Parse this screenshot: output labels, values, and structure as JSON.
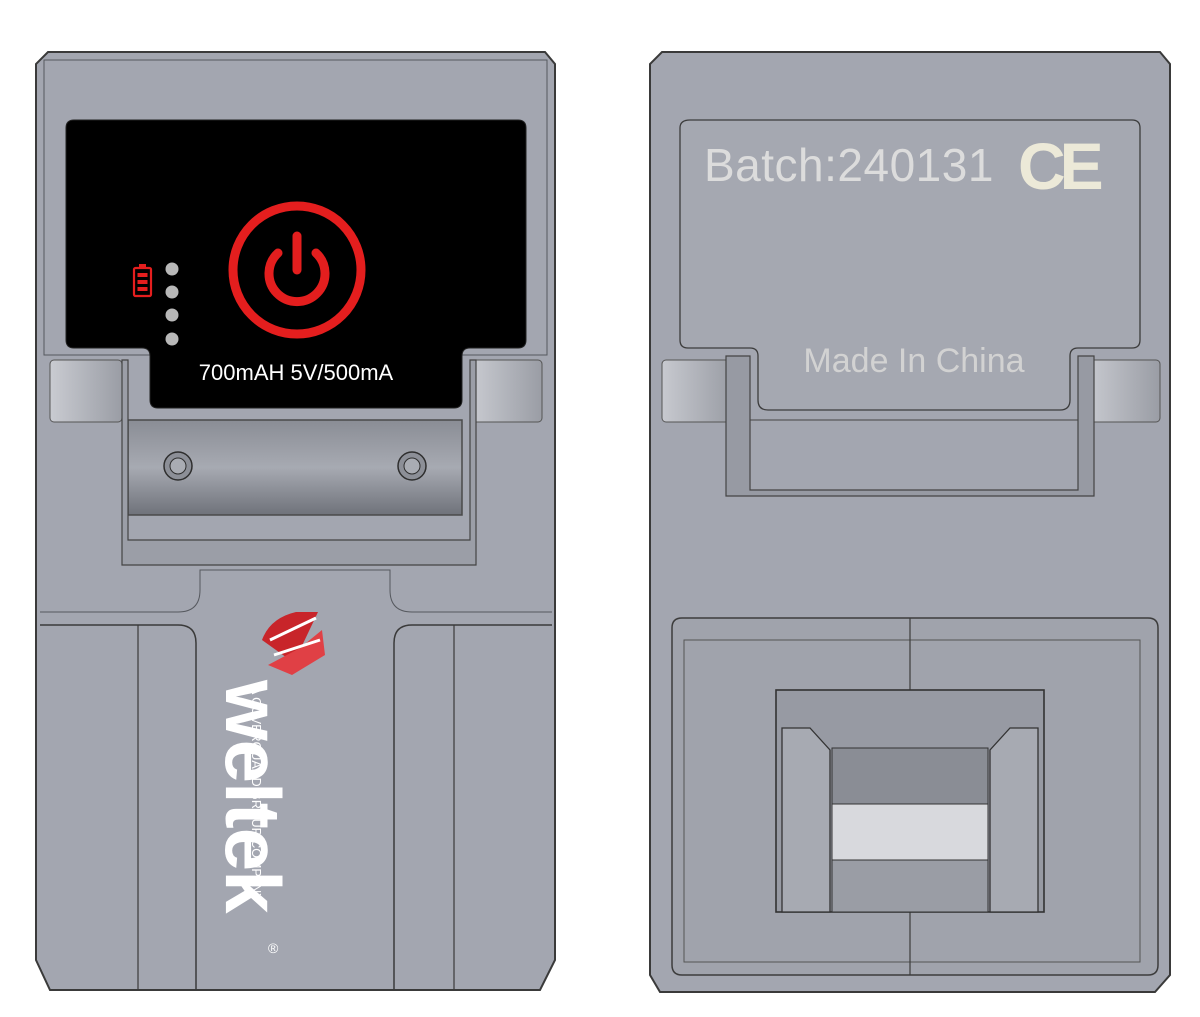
{
  "front_view": {
    "spec_label": "700mAH 5V/500mA",
    "power_icon": "power-icon",
    "battery_icon": "battery-icon",
    "battery_level_leds": 4,
    "brand": {
      "name": "weltek",
      "tagline": "A COVERGUARD GROUP COMPANY",
      "registered_mark": "®",
      "logo_icon": "weltek-logo-icon"
    }
  },
  "back_view": {
    "batch_label": "Batch:240131",
    "certification_mark": "CE",
    "origin_label": "Made In China"
  },
  "colors": {
    "housing": "#a3a6b0",
    "housing_dark": "#8d9099",
    "panel": "#000000",
    "power_red": "#e41e1e",
    "logo_red": "#c8252a"
  }
}
